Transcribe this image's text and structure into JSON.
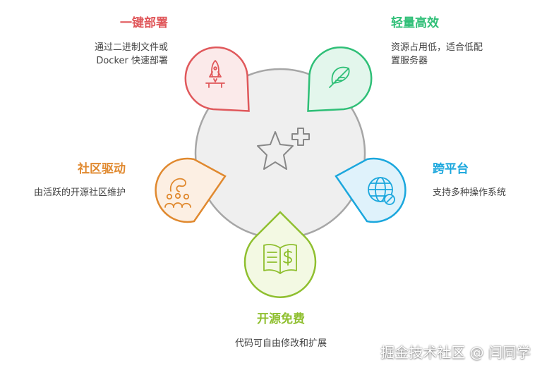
{
  "features": [
    {
      "key": "deploy",
      "title": "一键部署",
      "desc": [
        "通过二进制文件或",
        "Docker 快速部署"
      ],
      "icon": "rocket-icon",
      "color": "#e0585b"
    },
    {
      "key": "lightweight",
      "title": "轻量高效",
      "desc": [
        "资源占用低，适合低配",
        "置服务器"
      ],
      "icon": "feather-icon",
      "color": "#2fbf77"
    },
    {
      "key": "crossplatform",
      "title": "跨平台",
      "desc": [
        "支持多种操作系统"
      ],
      "icon": "globe-icon",
      "color": "#1ba7dd"
    },
    {
      "key": "opensource",
      "title": "开源免费",
      "desc": [
        "代码可自由修改和扩展"
      ],
      "icon": "book-dollar-icon",
      "color": "#8fbf2f"
    },
    {
      "key": "community",
      "title": "社区驱动",
      "desc": [
        "由活跃的开源社区维护"
      ],
      "icon": "community-icon",
      "color": "#e0892f"
    }
  ],
  "center_icon": "star-plus-icon",
  "watermark": "掘金技术社区 @ 闫同学"
}
